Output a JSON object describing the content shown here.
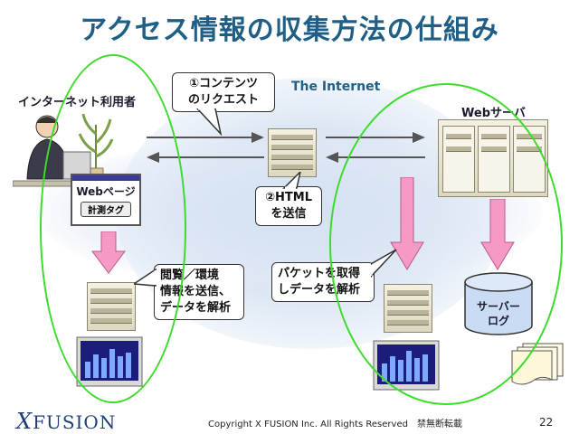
{
  "title": "アクセス情報の収集方法の仕組み",
  "labels": {
    "internet_user": "インターネット利用者",
    "the_internet": "The Internet",
    "web_server": "Webサーバ",
    "webpage": "Webページ",
    "measure_tag": "計測タグ",
    "server_log_line1": "サーバー",
    "server_log_line2": "ログ"
  },
  "callouts": {
    "request_line1": "①コンテンツ",
    "request_line2": "のリクエスト",
    "html_line1": "②HTML",
    "html_line2": "を送信",
    "browse_line1": "閲覧／環境",
    "browse_line2": "情報を送信、",
    "browse_line3": "データを解析",
    "packet_line1": "パケットを取得",
    "packet_line2": "しデータを解析"
  },
  "footer": {
    "logo": "FUSION",
    "logo_mark": "X",
    "copyright": "Copyright X FUSION Inc. All Rights Reserved　禁無断転載",
    "page_number": "22"
  },
  "colors": {
    "title": "#1f5f86",
    "highlight_ellipse": "#3cdc2c",
    "down_arrow": "#f49ac4"
  }
}
